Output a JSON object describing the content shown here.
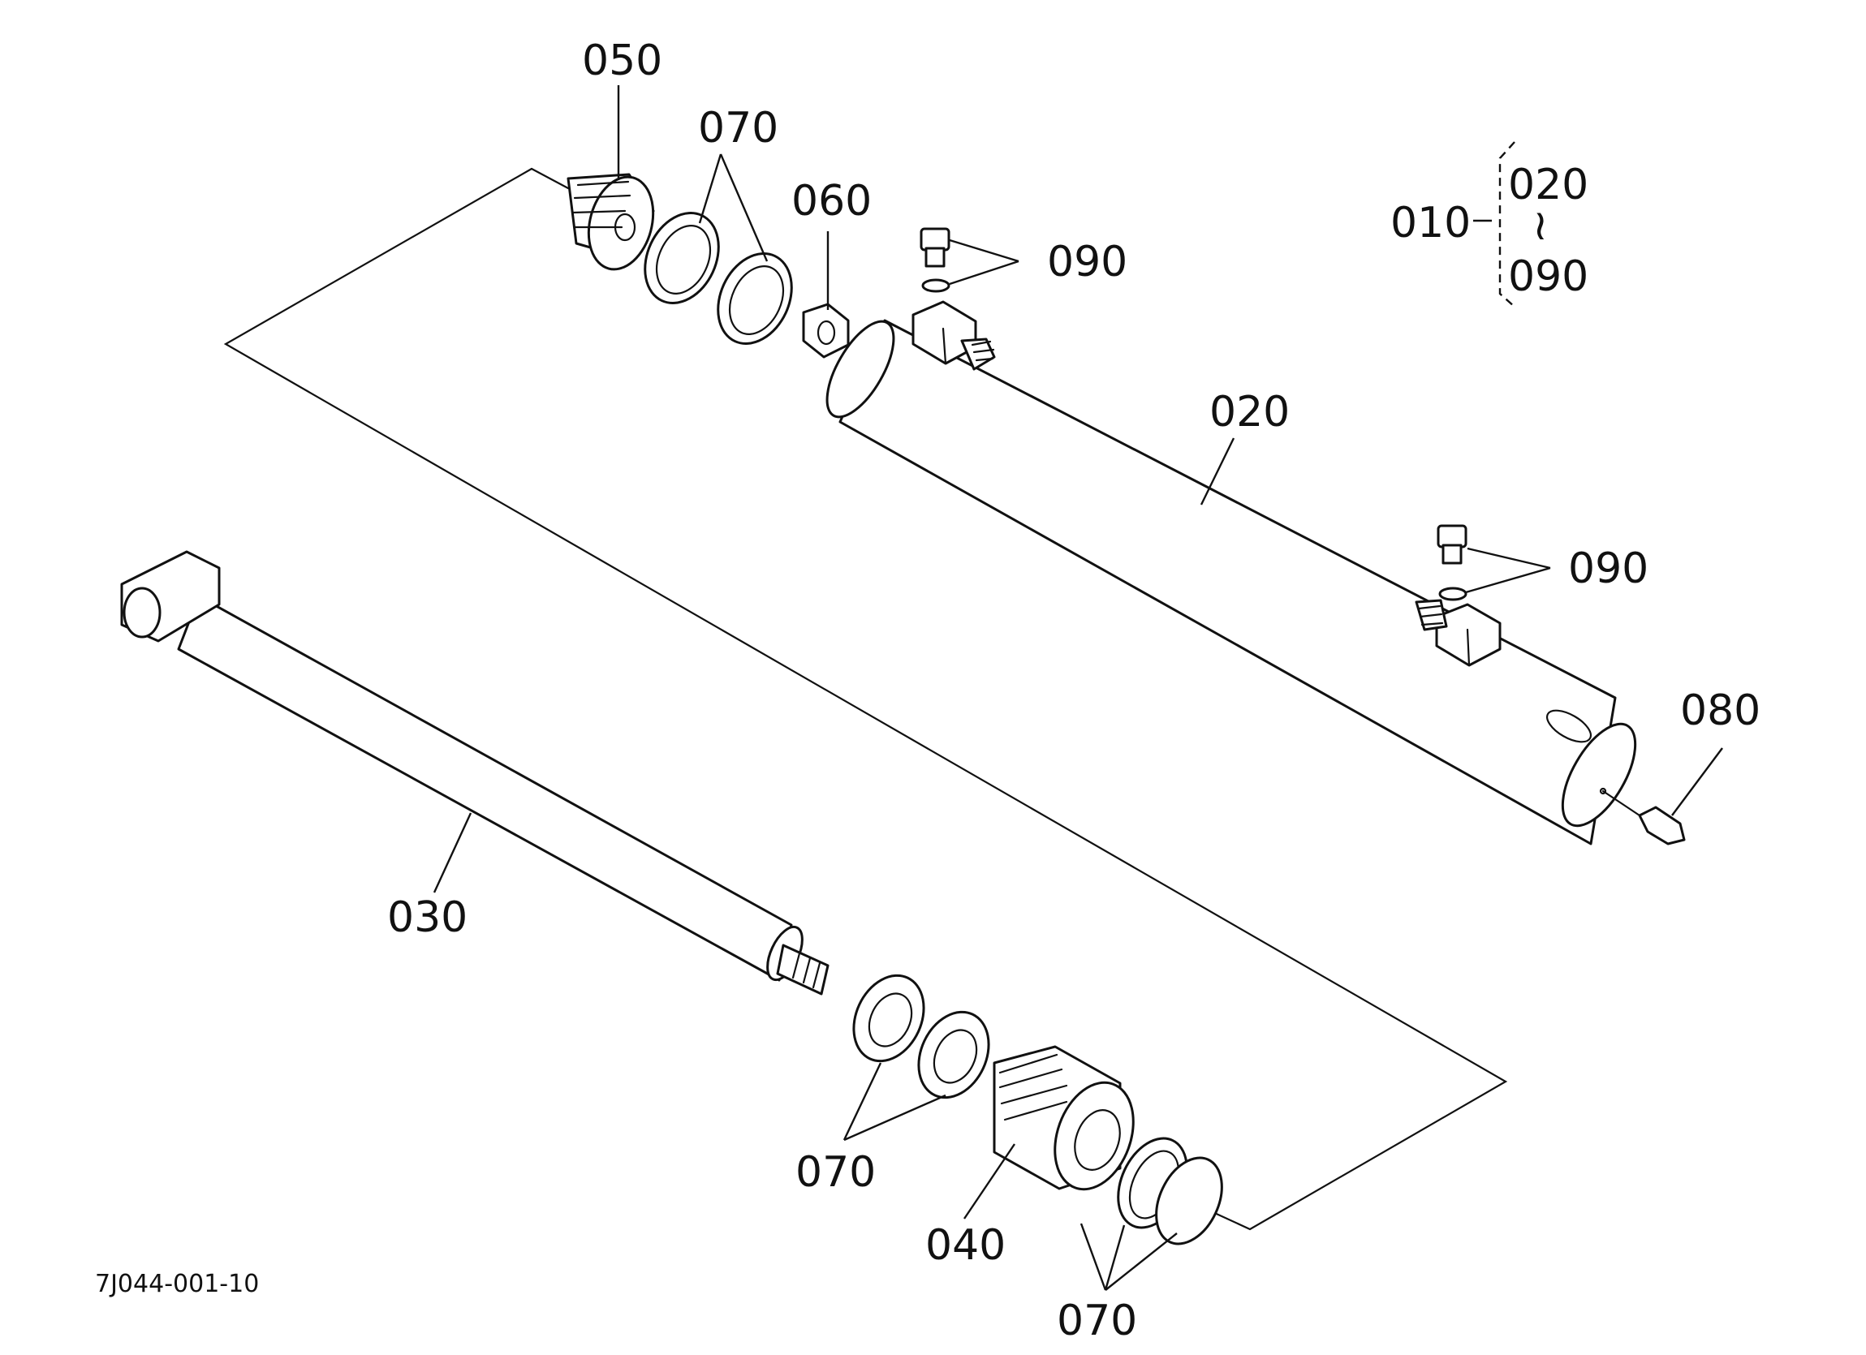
{
  "labels": {
    "l050": "050",
    "l070_top": "070",
    "l060": "060",
    "l090_top": "090",
    "l010": "010",
    "l020_brace": "020",
    "l090_brace": "090",
    "brace_tilde": "≀",
    "l020": "020",
    "l090_right": "090",
    "l080": "080",
    "l030": "030",
    "l070_mid": "070",
    "l040": "040",
    "l070_bottom": "070"
  },
  "drawing_code": "7J044-001-10",
  "colors": {
    "ink": "#111111",
    "background": "#ffffff"
  }
}
